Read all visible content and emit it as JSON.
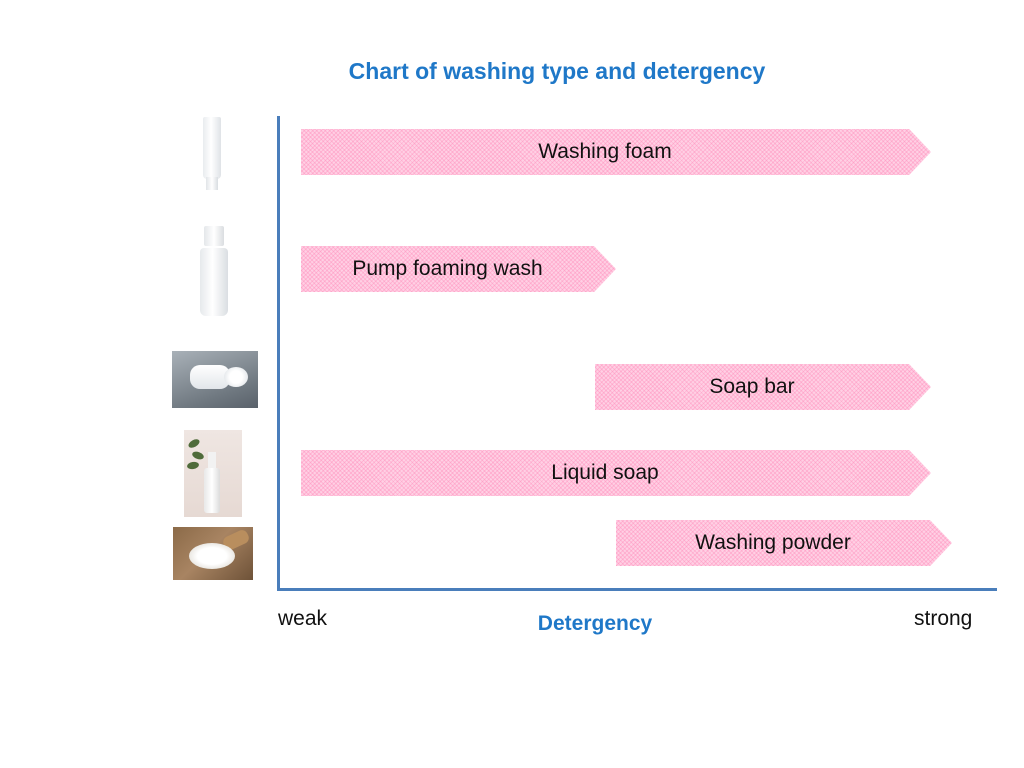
{
  "title": "Chart of washing type and detergency",
  "axis": {
    "xlabel": "Detergency",
    "weak_label": "weak",
    "strong_label": "strong"
  },
  "colors": {
    "title": "#1f78c8",
    "axis": "#4a7ebb",
    "arrow_fill": "#ffd0e4"
  },
  "items": [
    {
      "label": "Washing foam",
      "start": 0.03,
      "end": 0.93,
      "icon": "cleanser-tube-image"
    },
    {
      "label": "Pump foaming wash",
      "start": 0.03,
      "end": 0.48,
      "icon": "pump-bottle-image"
    },
    {
      "label": "Soap bar",
      "start": 0.45,
      "end": 0.93,
      "icon": "soap-bar-image"
    },
    {
      "label": "Liquid soap",
      "start": 0.03,
      "end": 0.93,
      "icon": "liquid-soap-bottle-image"
    },
    {
      "label": "Washing powder",
      "start": 0.48,
      "end": 0.96,
      "icon": "washing-powder-image"
    }
  ]
}
